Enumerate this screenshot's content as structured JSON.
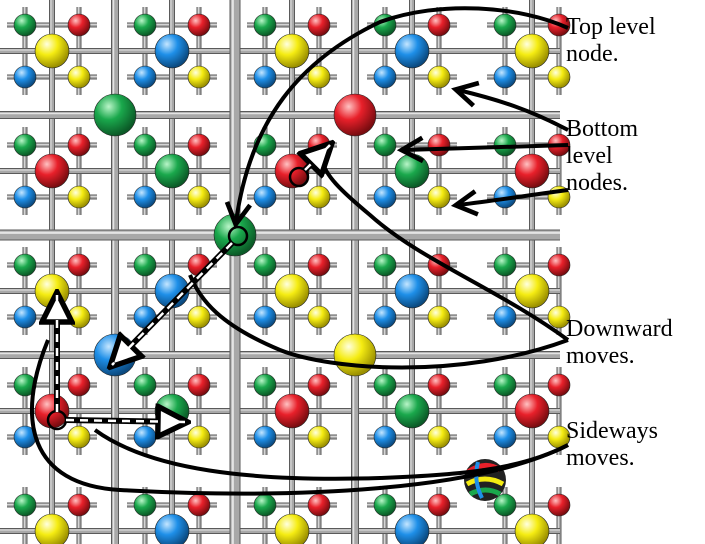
{
  "labels": {
    "top_level": "Top level\nnode.",
    "bottom_level": "Bottom\nlevel\nnodes.",
    "downward": "Downward\nmoves.",
    "sideways": "Sideways\nmoves."
  },
  "colors": {
    "green": "#1aa84c",
    "red": "#e8202a",
    "blue": "#1e8fe8",
    "yellow": "#f5ec12",
    "rod": "#a8a8a8",
    "rod_dark": "#5a5a5a",
    "ink": "#000000",
    "background": "#ffffff"
  },
  "legend_concepts": [
    "top-level-node",
    "bottom-level-nodes",
    "downward-moves",
    "sideways-moves"
  ]
}
